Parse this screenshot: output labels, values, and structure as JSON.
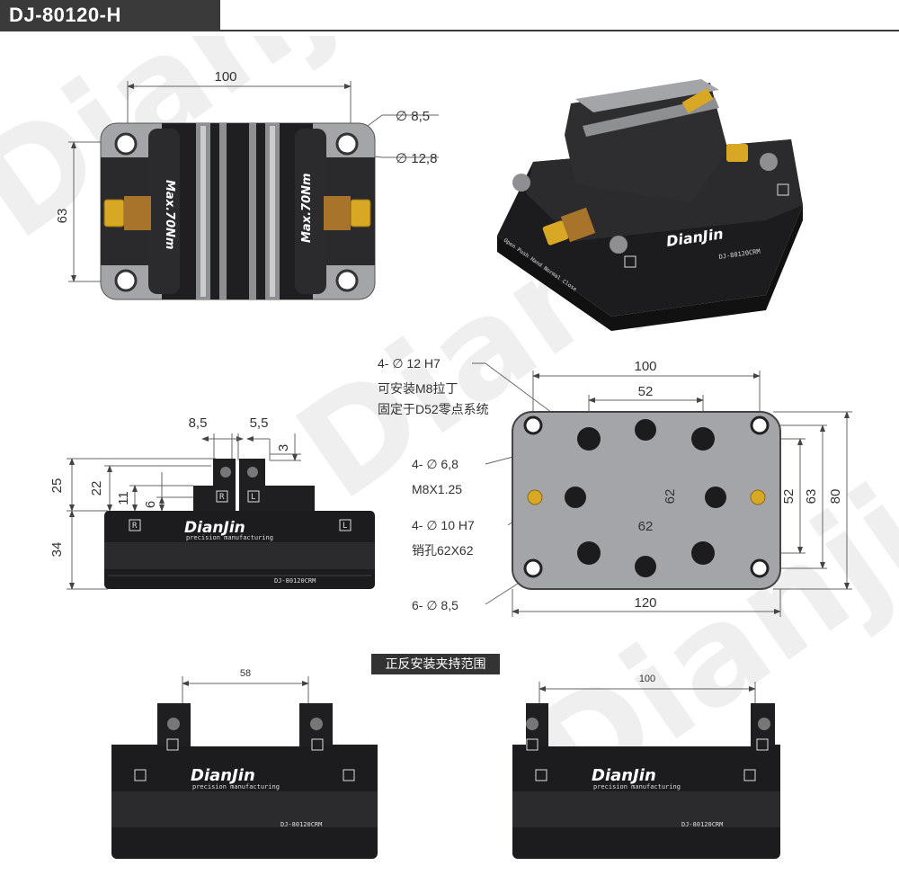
{
  "header": {
    "model": "DJ-80120-H"
  },
  "top_view": {
    "width_dim": "100",
    "height_dim": "63",
    "small_hole": "∅ 8,5",
    "counterbore": "∅ 12,8",
    "torque_label": "Max.70Nm"
  },
  "iso_view": {
    "brand": "DianJin",
    "model_engraving": "DJ-80120CRM",
    "edge_text": "Open Push Hand Normal Close"
  },
  "side_view": {
    "jaw_gap": "8,5",
    "jaw_step": "5,5",
    "jaw_top": "3",
    "h25": "25",
    "h22": "22",
    "h11": "11",
    "h6": "6",
    "h34": "34",
    "brand": "DianJin",
    "tagline": "precision manufacturing",
    "model_engraving": "DJ-80120CRM",
    "jaw_mark_r": "R",
    "jaw_mark_l": "L"
  },
  "bottom_view": {
    "note1_line1": "4- ∅ 12 H7",
    "note1_line2": "可安装M8拉丁",
    "note1_line3": "固定于D52零点系统",
    "note2_line1": "4- ∅ 6,8",
    "note2_line2": "M8X1.25",
    "note3_line1": "4- ∅ 10 H7",
    "note3_line2": "销孔62X62",
    "note4": "6- ∅ 8,5",
    "dim_100": "100",
    "dim_52_top": "52",
    "dim_62_mid": "62",
    "dim_62_left": "62",
    "dim_52_right": "52",
    "dim_63_right": "63",
    "dim_80_right": "80",
    "dim_120": "120"
  },
  "section": {
    "label": "正反安装夹持范围",
    "left_range": "58",
    "right_range": "100",
    "brand": "DianJin",
    "tagline": "precision manufacturing",
    "model_engraving": "DJ-80120CRM"
  },
  "colors": {
    "body_dark": "#1c1c1e",
    "body_mid": "#2b2b2e",
    "plate_grey": "#a3a5a8",
    "brass": "#d8a825",
    "header_bg": "#3a3a3a"
  }
}
